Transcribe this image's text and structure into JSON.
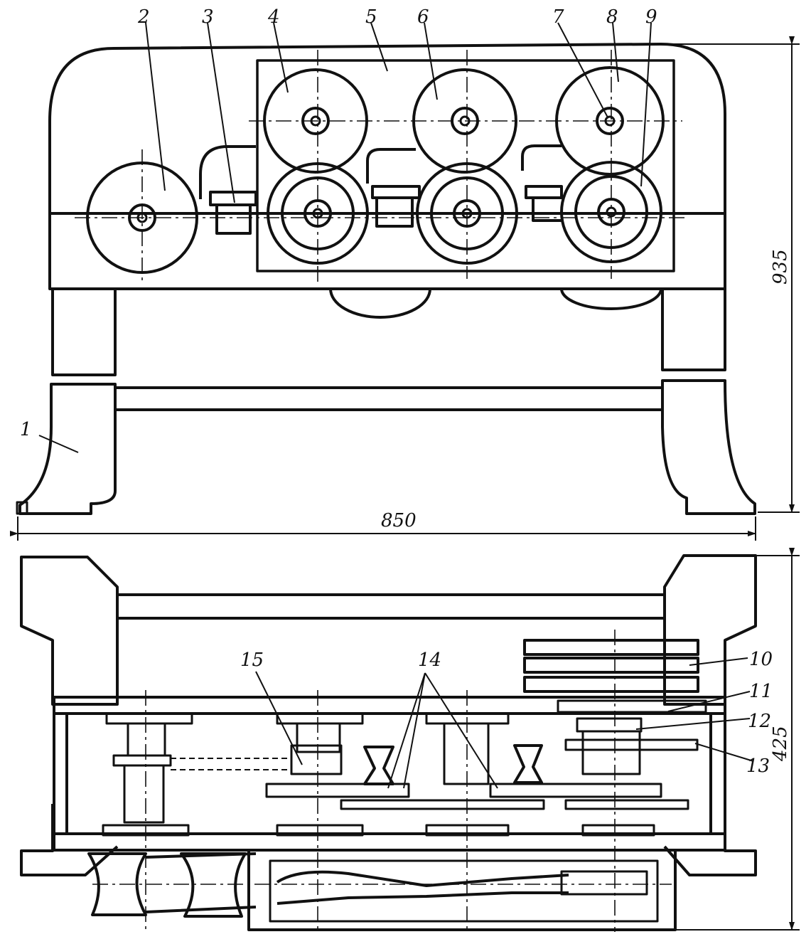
{
  "part_labels": {
    "p1": "1",
    "p2": "2",
    "p3": "3",
    "p4": "4",
    "p5": "5",
    "p6": "6",
    "p7": "7",
    "p8": "8",
    "p9": "9",
    "p10": "10",
    "p11": "11",
    "p12": "12",
    "p13": "13",
    "p14": "14",
    "p15": "15"
  },
  "dimensions": {
    "width": "850",
    "height_front": "935",
    "height_plan": "425"
  },
  "colors": {
    "line": "#111111",
    "background": "#ffffff"
  }
}
